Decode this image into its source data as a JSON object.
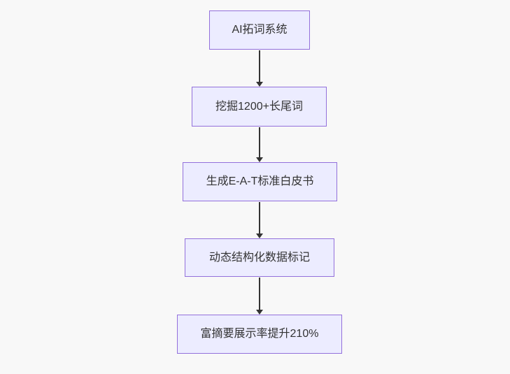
{
  "diagram": {
    "type": "flowchart",
    "direction": "top-down",
    "nodes": [
      {
        "id": "n1",
        "label": "AI拓词系统"
      },
      {
        "id": "n2",
        "label": "挖掘1200+长尾词"
      },
      {
        "id": "n3",
        "label": "生成E-A-T标准白皮书"
      },
      {
        "id": "n4",
        "label": "动态结构化数据标记"
      },
      {
        "id": "n5",
        "label": "富摘要展示率提升210%"
      }
    ],
    "edges": [
      {
        "from": "n1",
        "to": "n2"
      },
      {
        "from": "n2",
        "to": "n3"
      },
      {
        "from": "n3",
        "to": "n4"
      },
      {
        "from": "n4",
        "to": "n5"
      }
    ],
    "colors": {
      "background": "#f8f8f8",
      "node_fill": "#ECECFF",
      "node_border": "#9370DB",
      "arrow": "#333333",
      "text": "#333333"
    }
  }
}
